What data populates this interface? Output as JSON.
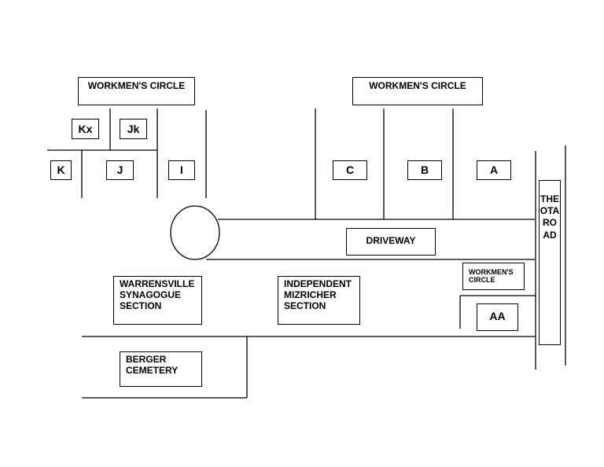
{
  "sections": {
    "workmens_circle_left": "WORKMEN'S CIRCLE",
    "workmens_circle_right": "WORKMEN'S CIRCLE",
    "kx": "Kx",
    "jk": "Jk",
    "k": "K",
    "j": "J",
    "i": "I",
    "c": "C",
    "b": "B",
    "a": "A",
    "aa": "AA",
    "workmens_circle_small": "WORKMEN'S CIRCLE",
    "warrensville": "WARRENSVILLE SYNAGOGUE SECTION",
    "independent": "INDEPENDENT MIZRICHER SECTION",
    "berger": "BERGER CEMETERY"
  },
  "driveway": "DRIVEWAY",
  "road": "THEOTA ROAD"
}
